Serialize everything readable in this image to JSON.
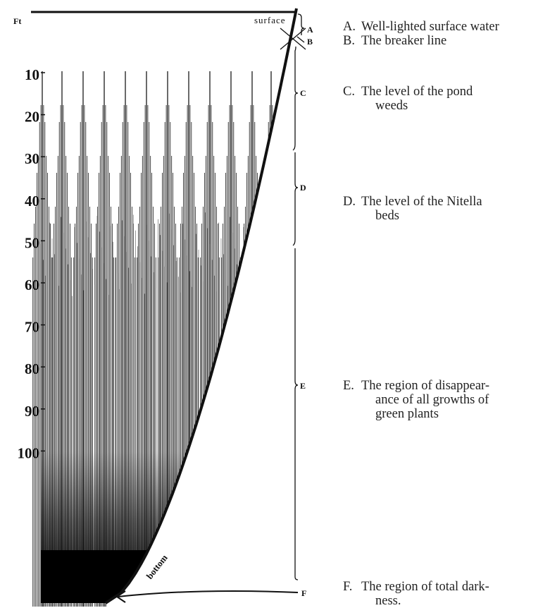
{
  "diagram": {
    "unit_label": "Ft",
    "depth_ticks": [
      "10",
      "20",
      "30",
      "40",
      "50",
      "60",
      "70",
      "80",
      "90",
      "100"
    ],
    "surface_label": "surface",
    "bottom_label": "bottom",
    "zone_letters": [
      "A",
      "B",
      "C",
      "D",
      "E",
      "F"
    ]
  },
  "legend": [
    {
      "key": "A.",
      "text": "Well-lighted surface water"
    },
    {
      "key": "B.",
      "text": "The breaker line"
    },
    {
      "key": "C.",
      "lines": [
        "The level of the pond",
        "weeds"
      ]
    },
    {
      "key": "D.",
      "lines": [
        "The level of the Nitella",
        "beds"
      ]
    },
    {
      "key": "E.",
      "lines": [
        "The region of disappear-",
        "ance of all growths of",
        "green plants"
      ]
    },
    {
      "key": "F.",
      "lines": [
        "The region of total dark-",
        "ness."
      ]
    }
  ],
  "colors": {
    "ink": "#111111",
    "paper": "#ffffff"
  }
}
